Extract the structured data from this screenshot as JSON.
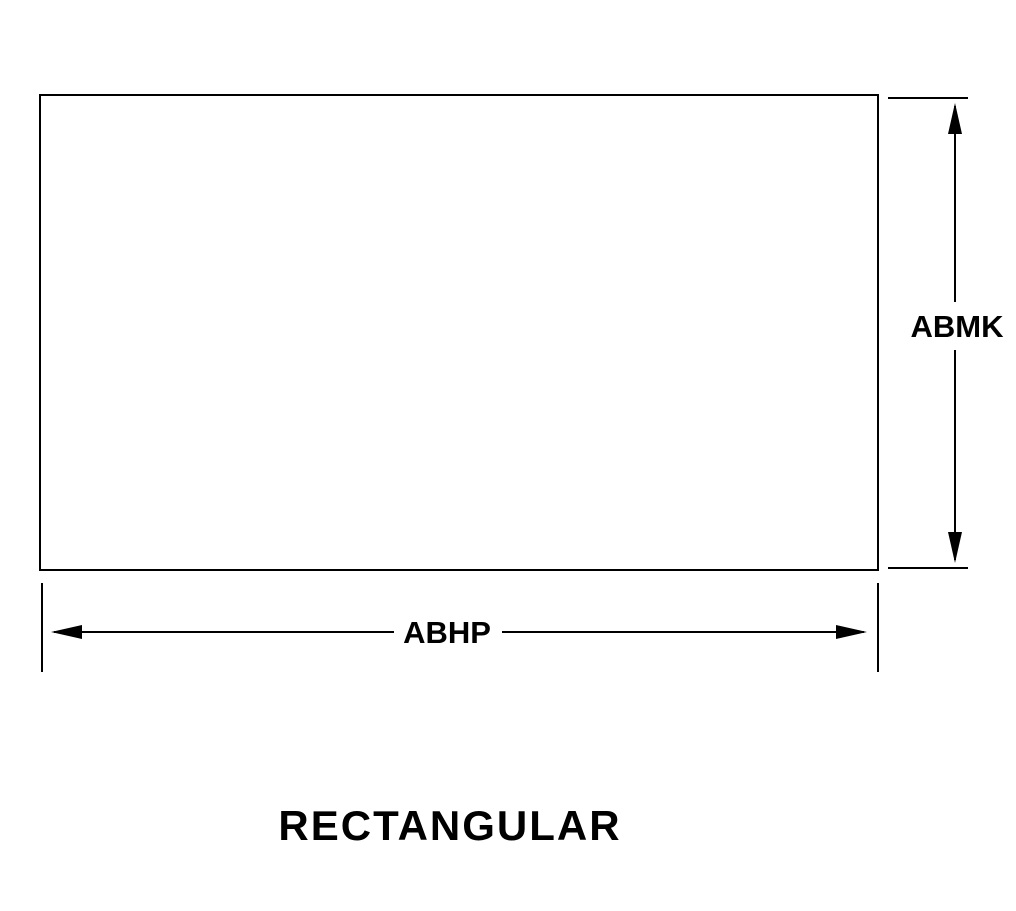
{
  "diagram": {
    "title": "RECTANGULAR",
    "shape": "rectangle",
    "dimensions": {
      "height_label": "ABMK",
      "width_label": "ABHP"
    },
    "colors": {
      "line": "#000000",
      "background": "#ffffff"
    }
  }
}
